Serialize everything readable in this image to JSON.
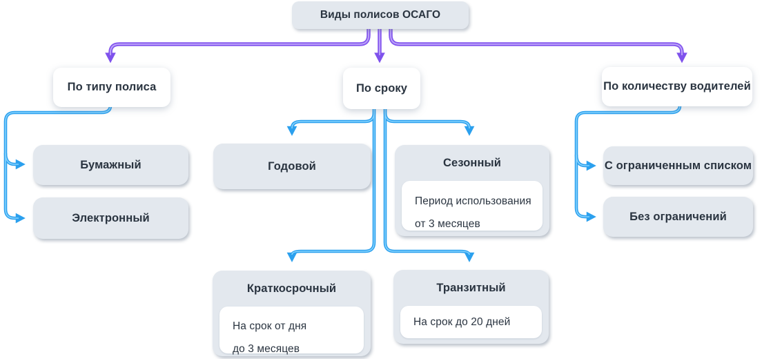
{
  "diagram": {
    "root": {
      "label": "Виды полисов ОСАГО"
    },
    "by_type": {
      "label": "По типу полиса",
      "paper": {
        "label": "Бумажный"
      },
      "electronic": {
        "label": "Электронный"
      }
    },
    "by_term": {
      "label": "По сроку",
      "annual": {
        "label": "Годовой"
      },
      "seasonal": {
        "label": "Сезонный",
        "note": [
          "Период использования",
          "от 3 месяцев"
        ]
      },
      "short_term": {
        "label": "Краткосрочный",
        "note": [
          "На срок от дня",
          "до 3 месяцев"
        ]
      },
      "transit": {
        "label": "Транзитный",
        "note": [
          "На срок до 20 дней"
        ]
      }
    },
    "by_drivers": {
      "label": "По количеству водителей",
      "limited": {
        "label": "С ограниченным списком"
      },
      "unlimited": {
        "label": "Без ограничений"
      }
    }
  },
  "colors": {
    "branch_arrow_purple": "#8456EE",
    "branch_arrow_highlight": "#C2ADFA",
    "leaf_arrow_blue": "#2BA0EE",
    "leaf_arrow_highlight": "#8FD8FF",
    "node_fill": "#E3E8EE",
    "card_fill": "#FFFFFF",
    "text": "#2A3440",
    "background": "#FFFFFF"
  }
}
